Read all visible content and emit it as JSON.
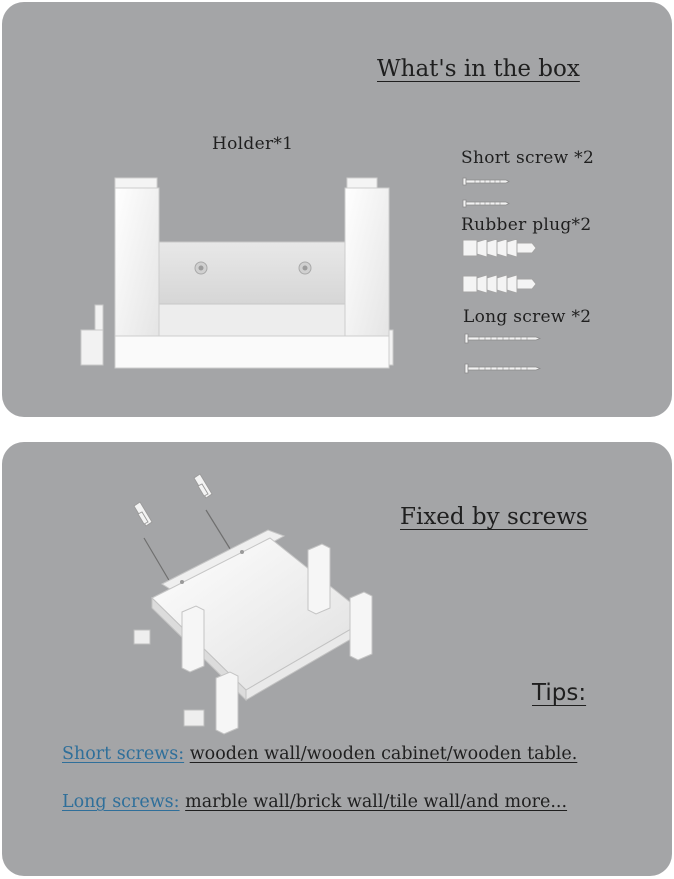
{
  "colors": {
    "panel_bg": "#a4a5a7",
    "text": "#1f1f1f",
    "accent_blue": "#2f6f9a",
    "hardware_white": "#f7f7f7"
  },
  "top_panel": {
    "title": "What's in the box",
    "holder_label": "Holder*1",
    "short_screw_label": "Short screw *2",
    "rubber_plug_label": "Rubber plug*2",
    "long_screw_label": "Long screw *2",
    "icons": [
      "holder-illustration",
      "short-screw-icon",
      "rubber-plug-icon",
      "long-screw-icon"
    ]
  },
  "bottom_panel": {
    "title": "Fixed by screws",
    "tips_heading": "Tips:",
    "tips": [
      {
        "term": "Short screws:",
        "description": "wooden wall/wooden cabinet/wooden table."
      },
      {
        "term": "Long screws:",
        "description": "marble wall/brick wall/tile wall/and more..."
      }
    ],
    "icons": [
      "mounted-holder-illustration"
    ]
  }
}
